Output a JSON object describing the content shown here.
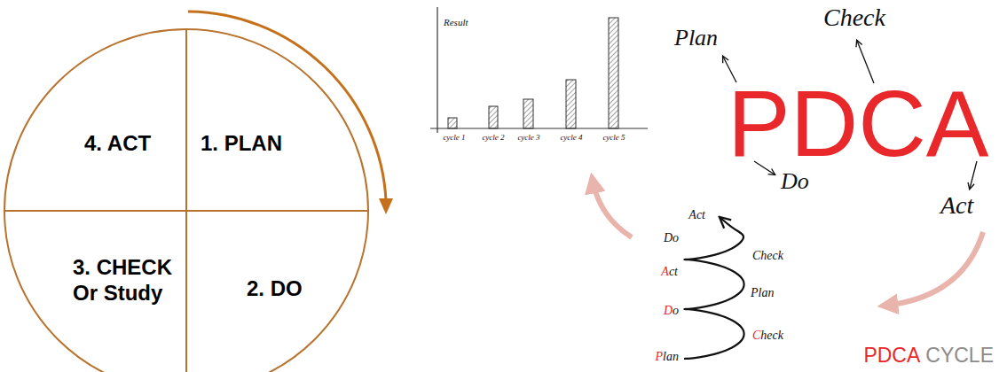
{
  "diagram": {
    "nodes": [
      {
        "text": [
          "4. ACT"
        ]
      },
      {
        "text": [
          "1. PLAN"
        ]
      },
      {
        "text": [
          "3. CHECK Or Study"
        ]
      },
      {
        "text": [
          "2. DO"
        ]
      }
    ],
    "labels": [
      "Result",
      "cycle 1",
      "cycle 2",
      "cycle 3",
      "cycle 4",
      "cycle 5",
      "Plan",
      "Check",
      "PDCA",
      "Do",
      "Act",
      "Act",
      "Do",
      "Check",
      "Act",
      "Plan",
      "Do",
      "Check",
      "Plan",
      "PDCA",
      "CYCLE"
    ]
  }
}
